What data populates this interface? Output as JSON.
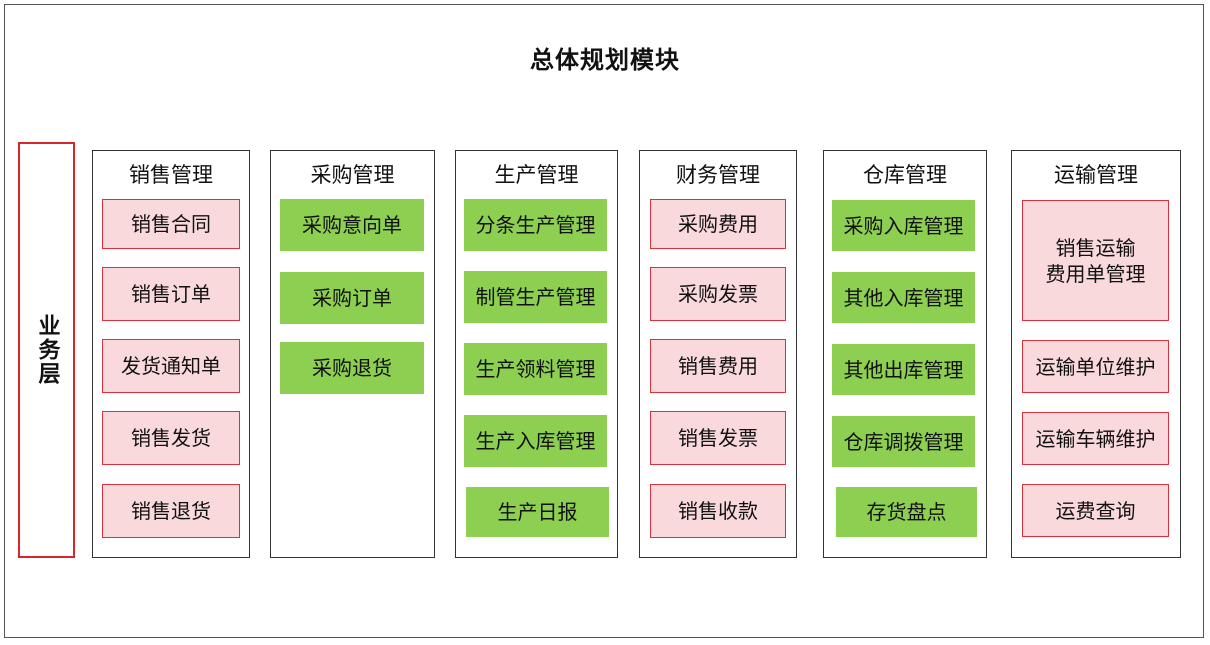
{
  "title": "总体规划模块",
  "layer_label": "业务层",
  "columns": [
    {
      "title": "销售管理",
      "style": "pink",
      "items": [
        "销售合同",
        "销售订单",
        "发货通知单",
        "销售发货",
        "销售退货"
      ]
    },
    {
      "title": "采购管理",
      "style": "green",
      "items": [
        "采购意向单",
        "采购订单",
        "采购退货"
      ]
    },
    {
      "title": "生产管理",
      "style": "green",
      "items": [
        "分条生产管理",
        "制管生产管理",
        "生产领料管理",
        "生产入库管理",
        "生产日报"
      ]
    },
    {
      "title": "财务管理",
      "style": "pink",
      "items": [
        "采购费用",
        "采购发票",
        "销售费用",
        "销售发票",
        "销售收款"
      ]
    },
    {
      "title": "仓库管理",
      "style": "green",
      "items": [
        "采购入库管理",
        "其他入库管理",
        "其他出库管理",
        "仓库调拨管理",
        "存货盘点"
      ]
    },
    {
      "title": "运输管理",
      "style": "pink",
      "items": [
        "销售运输\n费用单管理",
        "运输单位维护",
        "运输车辆维护",
        "运费查询"
      ]
    }
  ],
  "colors": {
    "pink_fill": "#f9d9dc",
    "pink_border": "#d6333f",
    "green_fill": "#8dcf50",
    "layer_border": "#d9262b"
  }
}
